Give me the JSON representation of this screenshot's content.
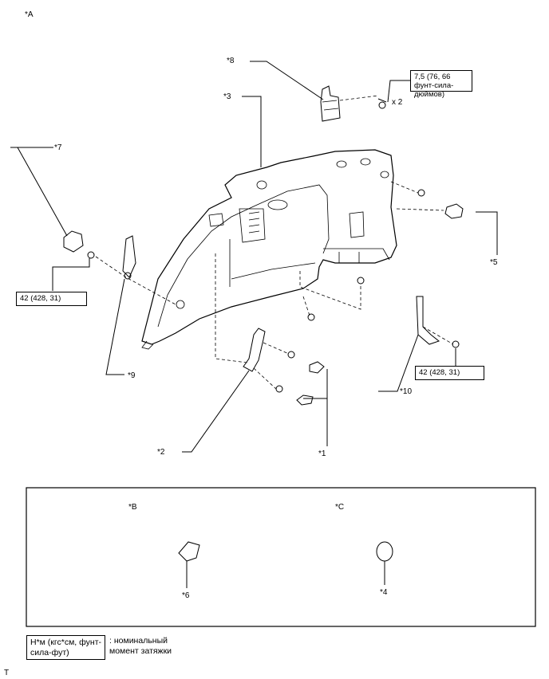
{
  "view_label": "*A",
  "callouts": {
    "c1": "*1",
    "c2": "*2",
    "c3": "*3",
    "c4": "*4",
    "c5": "*5",
    "c6": "*6",
    "c7": "*7",
    "c8": "*8",
    "c9": "*9",
    "c10": "*10"
  },
  "torque": {
    "t_small": "7,5 (76, 66 фунт-сила-дюймов)",
    "t_small_qty": "x 2",
    "t_belt_left": "42 (428, 31)",
    "t_belt_right": "42 (428, 31)"
  },
  "details": {
    "b_label": "*B",
    "c_label": "*C",
    "b_part": "*6",
    "c_part": "*4"
  },
  "legend": {
    "unit": "Н*м (кгс*см, фунт-сила-фут)",
    "meaning": ": номинальный момент затяжки"
  },
  "corner_mark": "T"
}
